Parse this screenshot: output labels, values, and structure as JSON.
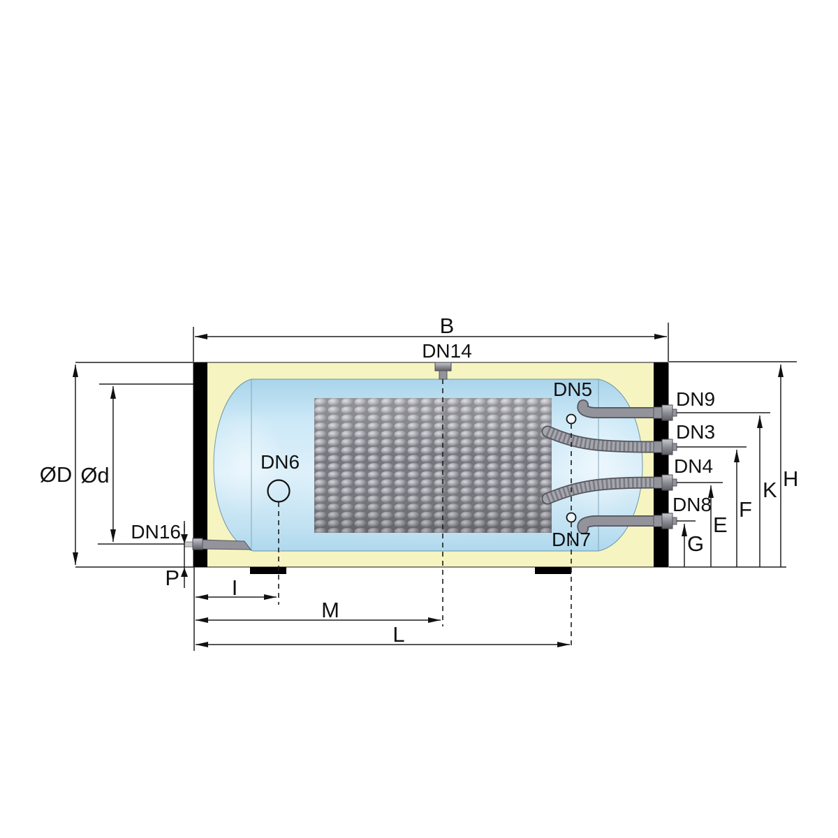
{
  "figure": {
    "type": "technical-diagram",
    "subject": "Horizontal hot-water storage tank with corrugated heat-exchanger coil, side section view with dimension lines"
  },
  "colors": {
    "insulation": "#f6f4c0",
    "tank_fill": "#c7e4f4",
    "tank_highlight": "#f0f9fe",
    "end_cap": "#000000",
    "metal": "#93939b",
    "metal_dark": "#54545c",
    "metal_light": "#c6c6cd",
    "line": "#1f1f1f"
  },
  "labels": {
    "b": "B",
    "dn14": "DN14",
    "od": "ØD",
    "id": "Ød",
    "dn16": "DN16",
    "p": "P",
    "dn6": "DN6",
    "dn5": "DN5",
    "dn7": "DN7",
    "dn9": "DN9",
    "dn3": "DN3",
    "dn4": "DN4",
    "dn8": "DN8",
    "h": "H",
    "k": "K",
    "f": "F",
    "e": "E",
    "g": "G",
    "i": "I",
    "m": "M",
    "l": "L"
  }
}
